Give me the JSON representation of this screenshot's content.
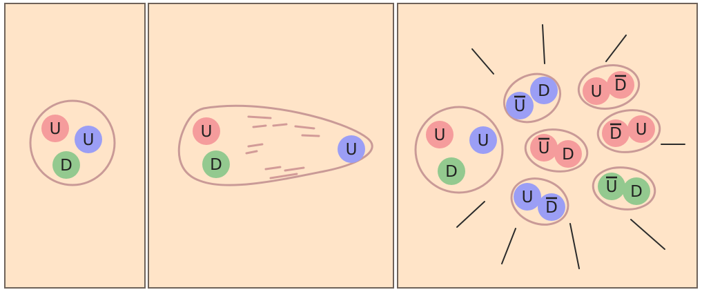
{
  "colors": {
    "background": "#ffe4c8",
    "border": "#6e6259",
    "bag": "#c99a97",
    "red": "#f59c9c",
    "blue": "#9b9ef5",
    "green": "#93c98f",
    "ray": "#2b2b2b"
  },
  "quark_labels": {
    "up": "U",
    "down": "D"
  },
  "panels": [
    {
      "name": "proton-at-rest",
      "quarks": [
        "U",
        "U",
        "D"
      ]
    },
    {
      "name": "quark-pulled-out",
      "quarks": [
        "U",
        "D",
        "U"
      ]
    },
    {
      "name": "hadronization",
      "quarks": [
        "U",
        "U",
        "D"
      ],
      "mesons": 6
    }
  ]
}
